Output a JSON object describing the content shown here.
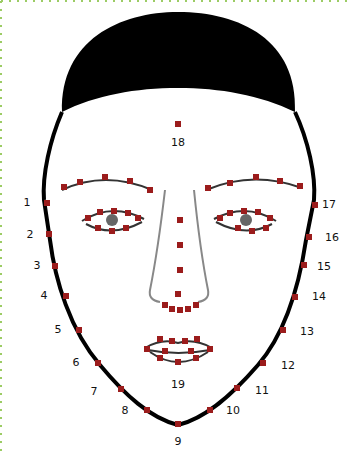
{
  "diagram": {
    "labels": [
      "18",
      "1",
      "17",
      "2",
      "16",
      "3",
      "15",
      "4",
      "14",
      "5",
      "13",
      "6",
      "12",
      "7",
      "11",
      "8",
      "10",
      "19",
      "9"
    ]
  }
}
